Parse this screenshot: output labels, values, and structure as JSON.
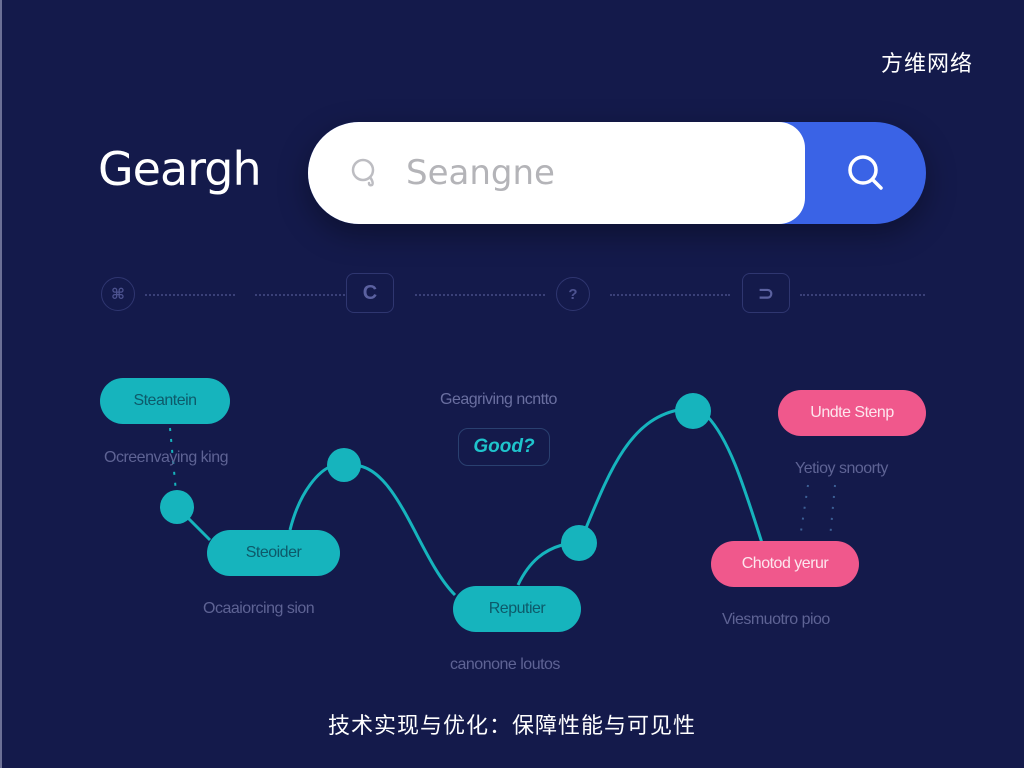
{
  "watermark": "方维网络",
  "logo": "Geargh",
  "search": {
    "placeholder": "Seangne",
    "value": "",
    "button_icon": "search-icon",
    "field_icon": "search-icon"
  },
  "toolbar": {
    "icons": [
      {
        "name": "settings-circle-icon",
        "glyph": "⌘"
      },
      {
        "name": "c-square-icon",
        "glyph": "C"
      },
      {
        "name": "help-circle-icon",
        "glyph": "?"
      },
      {
        "name": "subset-square-icon",
        "glyph": "⊃"
      }
    ]
  },
  "flow": {
    "nodes": [
      {
        "id": "n1",
        "label": "Steantein",
        "color": "teal",
        "caption": "Ocreenvaying king"
      },
      {
        "id": "n2",
        "label": "Steoider",
        "color": "teal",
        "caption": "Ocaaiorcing sion"
      },
      {
        "id": "n3",
        "label": "Reputier",
        "color": "teal",
        "caption": "canonone loutos"
      },
      {
        "id": "n4",
        "label": "Undte Stenp",
        "color": "pink",
        "caption": "Yetioy snoorty"
      },
      {
        "id": "n5",
        "label": "Chotod yerur",
        "color": "pink",
        "caption": "Viesmuotro pioo"
      }
    ],
    "center_caption": "Geagriving ncntto",
    "center_badge": "Good?"
  },
  "colors": {
    "background": "#141a4b",
    "search_button": "#3a63e6",
    "teal": "#16b4bd",
    "pink": "#f0588c"
  },
  "footer": {
    "title": "技术实现与优化：保障性能与可见性"
  }
}
